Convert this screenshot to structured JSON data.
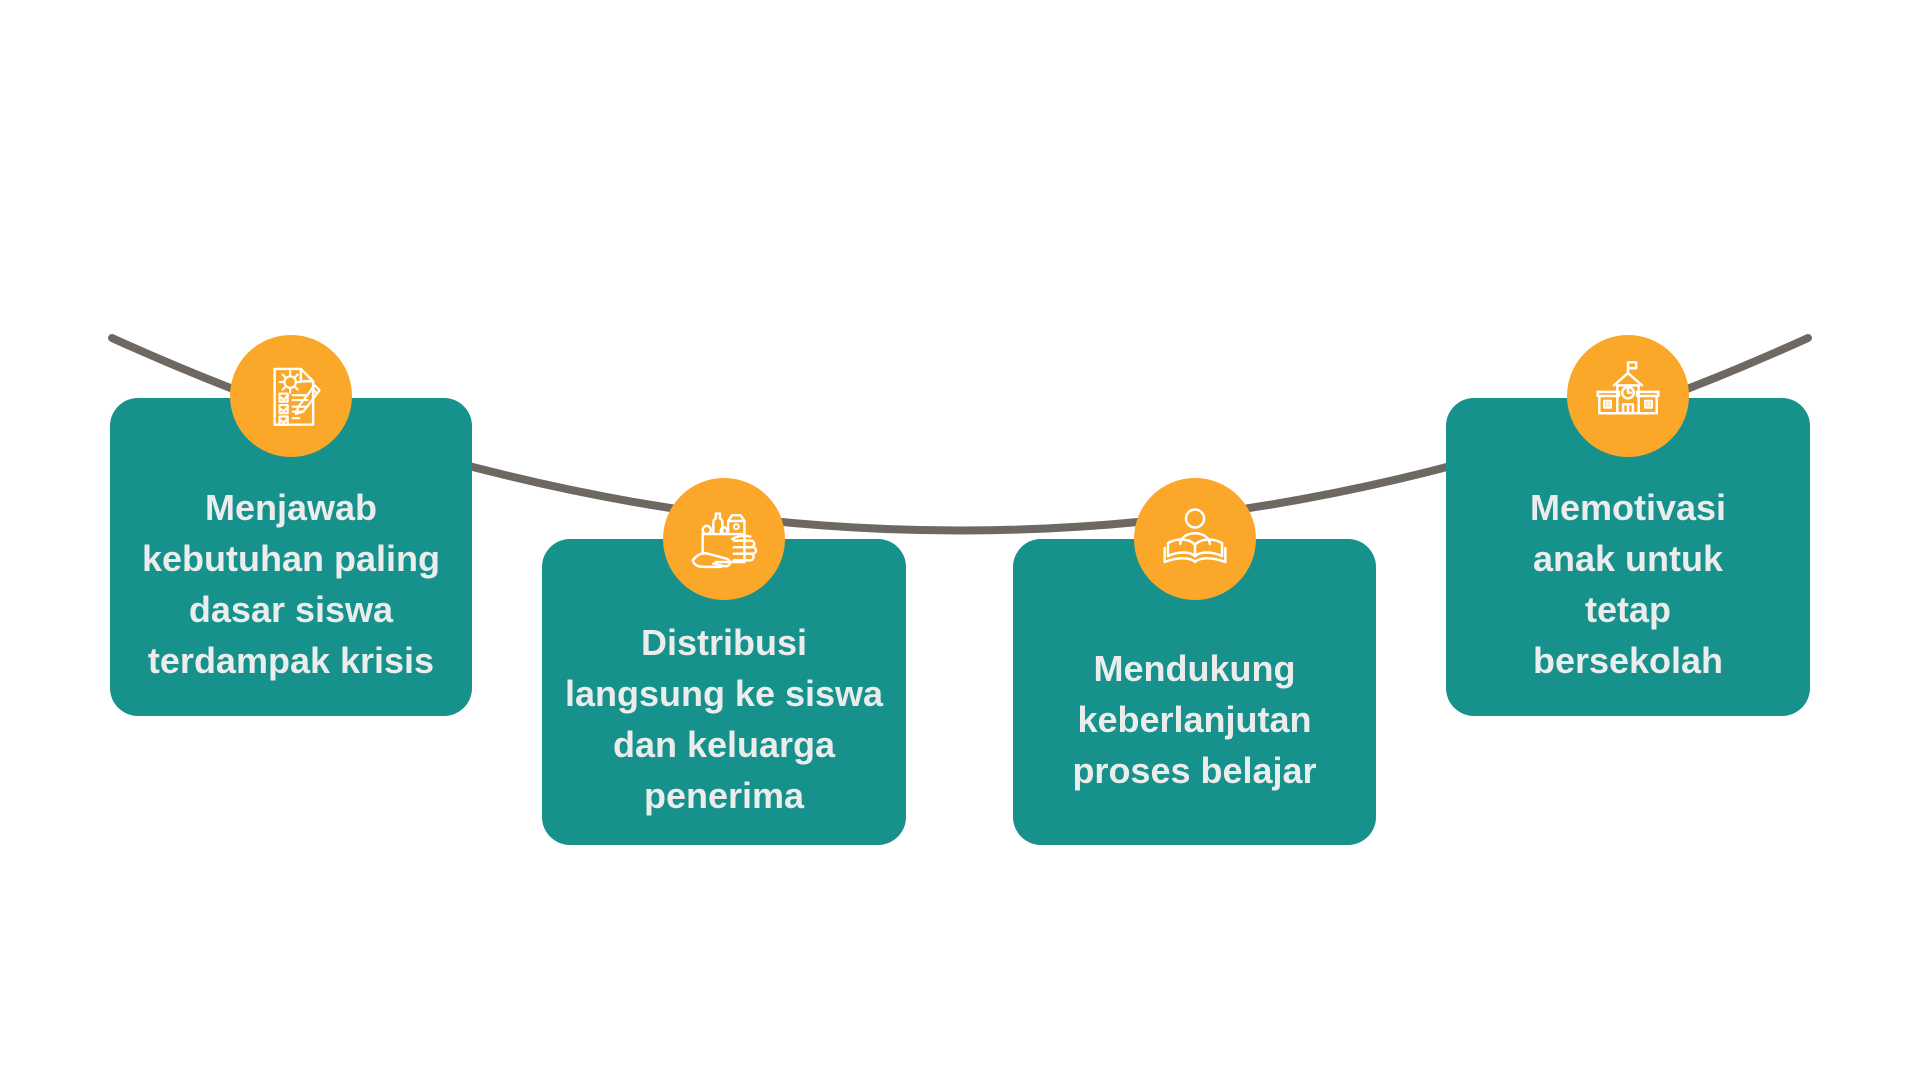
{
  "colors": {
    "background": "#ffffff",
    "card_teal": "#17918b",
    "circle_orange": "#fba82a",
    "rope_gray": "#6d6862",
    "text_light": "#ebedec"
  },
  "rope": {
    "name": "hanging-rope"
  },
  "cards": [
    {
      "id": "card-1",
      "icon": "checklist-document-icon",
      "lines": [
        "Menjawab",
        "kebutuhan paling",
        "dasar siswa",
        "terdampak krisis"
      ]
    },
    {
      "id": "card-2",
      "icon": "grocery-donation-icon",
      "lines": [
        "Distribusi",
        "langsung ke siswa",
        "dan keluarga",
        "penerima"
      ]
    },
    {
      "id": "card-3",
      "icon": "person-reading-book-icon",
      "lines": [
        "Mendukung",
        "keberlanjutan",
        "proses belajar"
      ]
    },
    {
      "id": "card-4",
      "icon": "school-building-icon",
      "lines": [
        "Memotivasi",
        "anak untuk",
        "tetap",
        "bersekolah"
      ]
    }
  ]
}
